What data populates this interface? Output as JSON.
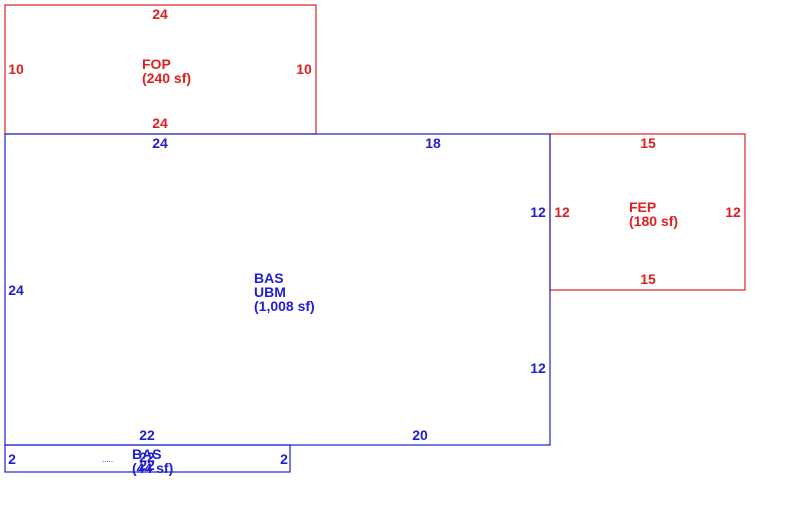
{
  "colors": {
    "porch": "#e02020",
    "living": "#1f1fd0"
  },
  "fop": {
    "name": "FOP",
    "area": "(240 sf)",
    "top": "24",
    "bottom": "24",
    "left": "10",
    "right": "10"
  },
  "fep": {
    "name": "FEP",
    "area": "(180 sf)",
    "top": "15",
    "bottom": "15",
    "left": "12",
    "right": "12"
  },
  "bas": {
    "name": "BAS",
    "name2": "UBM",
    "area": "(1,008 sf)",
    "top_left": "24",
    "top_right": "18",
    "left": "24",
    "right_upper": "12",
    "right_lower": "12",
    "bottom_left": "22",
    "bottom_right": "20"
  },
  "strip": {
    "name": "BAS",
    "area": "(44 sf)",
    "top_a": "22",
    "top_b": "22",
    "left": "2",
    "right": "2",
    "dots": "....."
  }
}
